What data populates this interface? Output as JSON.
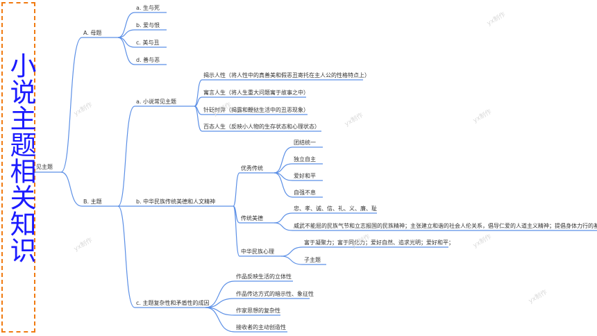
{
  "side_title": "小说主题相关知识",
  "colors": {
    "line": "#5b8fe6",
    "side_text": "#1b1bff",
    "side_border": "#f07a10"
  },
  "root": {
    "label": "见主题"
  },
  "nodes": [
    {
      "id": "A",
      "label": "A. 母题",
      "children": [
        {
          "label": "a. 生与死"
        },
        {
          "label": "b. 爱与恨"
        },
        {
          "label": "c. 美与丑"
        },
        {
          "label": "d. 善与恶"
        }
      ]
    },
    {
      "id": "B",
      "label": "B. 主题",
      "children": [
        {
          "label": "a. 小说常见主题",
          "children": [
            {
              "label": "揭示人性（将人性中的真善美和假恶丑寄托在主人公的性格特点上）"
            },
            {
              "label": "寓言人生（将人生重大问题寓于故事之中）"
            },
            {
              "label": "针砭时弊（揭露和鞭挞生活中的丑恶现象）"
            },
            {
              "label": "百态人生（反映小人物的生存状态和心理状态）"
            }
          ]
        },
        {
          "label": "b. 中华民族传统美德和人文精神",
          "children": [
            {
              "label": "优秀传统",
              "children": [
                {
                  "label": "团结统一"
                },
                {
                  "label": "独立自主"
                },
                {
                  "label": "爱好和平"
                },
                {
                  "label": "自强不息"
                }
              ]
            },
            {
              "label": "传统美德",
              "children": [
                {
                  "label": "忠、孝、诚、信、礼、义、廉、耻"
                },
                {
                  "label": "威武不能屈的民族气节和立志报国的民族精神；主张建立和谐的社会人伦关系，倡导仁爱的人道主义精神；提倡身体力行的基本观念"
                }
              ]
            },
            {
              "label": "中华民族心理",
              "children": [
                {
                  "label": "富于凝聚力；富于同化力；爱好自然、追求光明；爱好和平；"
                },
                {
                  "label": "子主题"
                }
              ]
            }
          ]
        },
        {
          "label": "c. 主题复杂性和矛盾性的成因",
          "children": [
            {
              "label": "作品反映生活的立体性"
            },
            {
              "label": "作品传达方式的暗示性、象征性"
            },
            {
              "label": "作家思想的复杂性"
            },
            {
              "label": "接收者的主动创造性"
            }
          ]
        }
      ]
    }
  ],
  "watermarks": [
    "yx制作",
    "yx制作",
    "yx制作",
    "yx制作",
    "yx制作",
    "yx制作",
    "yx制作",
    "yx制作",
    "yx制作"
  ]
}
